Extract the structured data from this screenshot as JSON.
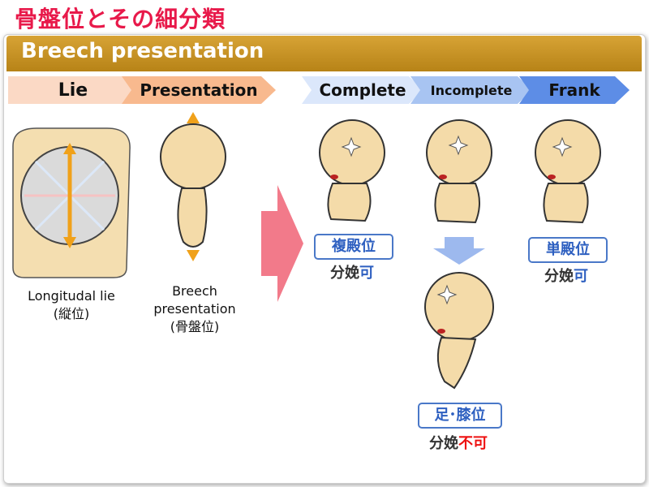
{
  "page_title": "骨盤位とその細分類",
  "banner_title": "Breech presentation",
  "steps": {
    "lie": "Lie",
    "presentation": "Presentation",
    "complete": "Complete",
    "incomplete": "Incomplete",
    "frank": "Frank"
  },
  "lie_caption": {
    "line1": "Longitudal lie",
    "line2": "(縦位)"
  },
  "presentation_caption": {
    "line1": "Breech",
    "line2": "presentation",
    "line3": "(骨盤位)"
  },
  "complete_box": "複殿位",
  "frank_box": "単殿位",
  "foot_box": "足･膝位",
  "delivery_prefix": "分娩",
  "possible": "可",
  "impossible": "不可",
  "colors": {
    "title": "#e8194a",
    "banner": "#c89224",
    "box_blue": "#2d5fc0",
    "red": "#ee1111",
    "arrow_pink": "#f27a8a"
  }
}
